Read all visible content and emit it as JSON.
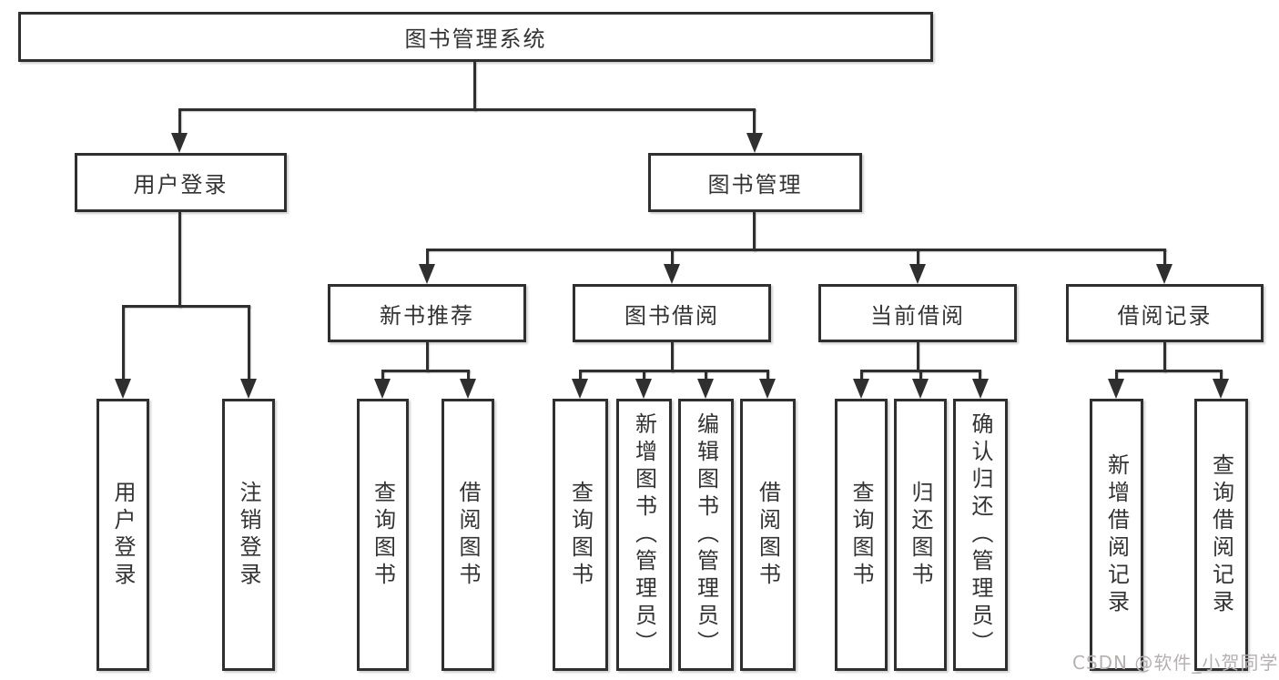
{
  "diagram": {
    "tree": {
      "root": {
        "label": "图书管理系统"
      },
      "branches": [
        {
          "label": "用户登录",
          "children": [
            {
              "label": "用户登录"
            },
            {
              "label": "注销登录"
            }
          ]
        },
        {
          "label": "图书管理",
          "children": [
            {
              "label": "新书推荐",
              "children": [
                {
                  "label": "查询图书"
                },
                {
                  "label": "借阅图书"
                }
              ]
            },
            {
              "label": "图书借阅",
              "children": [
                {
                  "label": "查询图书"
                },
                {
                  "label": "新增图书（管理员）"
                },
                {
                  "label": "编辑图书（管理员）"
                },
                {
                  "label": "借阅图书"
                }
              ]
            },
            {
              "label": "当前借阅",
              "children": [
                {
                  "label": "查询图书"
                },
                {
                  "label": "归还图书"
                },
                {
                  "label": "确认归还（管理员）"
                }
              ]
            },
            {
              "label": "借阅记录",
              "children": [
                {
                  "label": "新增借阅记录"
                },
                {
                  "label": "查询借阅记录"
                }
              ]
            }
          ]
        }
      ]
    },
    "colors": {
      "line": "#2f2f2f",
      "text": "#333333",
      "background": "#ffffff",
      "watermark": "#b6b0b0"
    }
  },
  "watermark": {
    "text": "CSDN @软件_小贺同学"
  }
}
